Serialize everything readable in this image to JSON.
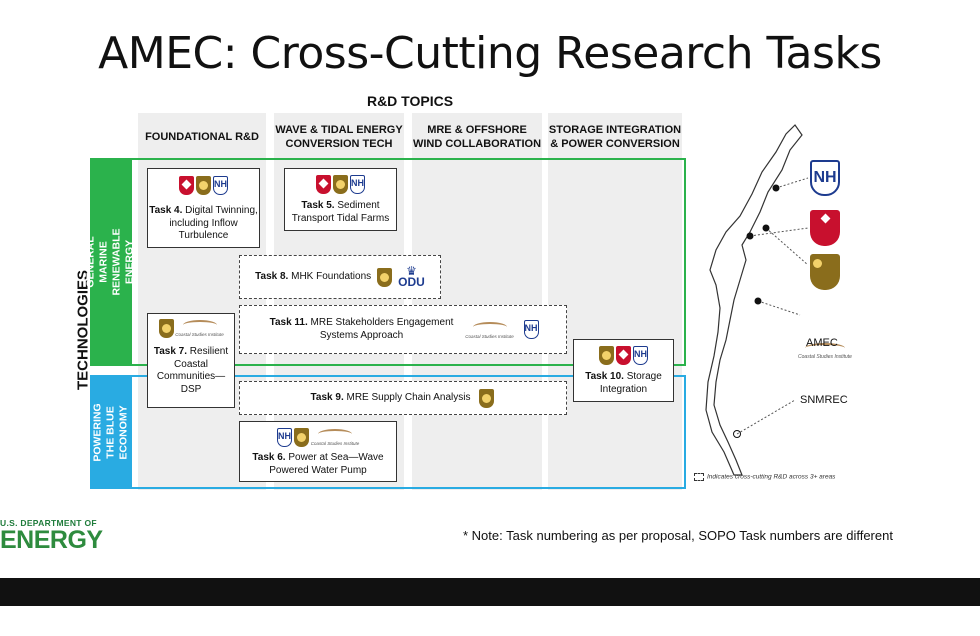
{
  "title": "AMEC: Cross-Cutting Research Tasks",
  "rd_topics_label": "R&D TOPICS",
  "columns": [
    "FOUNDATIONAL R&D",
    "WAVE & TIDAL ENERGY CONVERSION TECH",
    "MRE & OFFSHORE WIND COLLABORATION",
    "STORAGE INTEGRATION & POWER CONVERSION"
  ],
  "technologies_label": "TECHNOLOGIES",
  "rows": [
    {
      "label": "GENERAL MARINE RENEWABLE ENERGY",
      "color": "#2bb24c"
    },
    {
      "label": "POWERING THE BLUE ECONOMY",
      "color": "#29abe2"
    }
  ],
  "tasks": {
    "t4": {
      "num": "Task 4.",
      "text": "Digital Twinning, including Inflow Turbulence"
    },
    "t5": {
      "num": "Task 5.",
      "text": "Sediment Transport Tidal Farms"
    },
    "t8": {
      "num": "Task 8.",
      "text": "MHK Foundations"
    },
    "t11": {
      "num": "Task 11.",
      "text": "MRE Stakeholders Engagement Systems Approach"
    },
    "t7": {
      "num": "Task 7.",
      "text": "Resilient Coastal Communities—DSP"
    },
    "t10": {
      "num": "Task 10.",
      "text": "Storage Integration"
    },
    "t9": {
      "num": "Task 9.",
      "text": "MRE Supply Chain Analysis"
    },
    "t6": {
      "num": "Task 6.",
      "text": "Power at Sea—Wave Powered Water Pump"
    }
  },
  "logos": {
    "nh": "NH",
    "odu": "ODU",
    "csi": "Coastal Studies Institute"
  },
  "map": {
    "amec_label": "AMEC",
    "snmrec_label": "SNMREC",
    "legend": "Indicates cross-cutting R&D across 3+ areas"
  },
  "doe": {
    "small": "U.S. DEPARTMENT OF",
    "big": "ENERGY"
  },
  "note": "* Note: Task numbering as per proposal, SOPO Task numbers are different"
}
